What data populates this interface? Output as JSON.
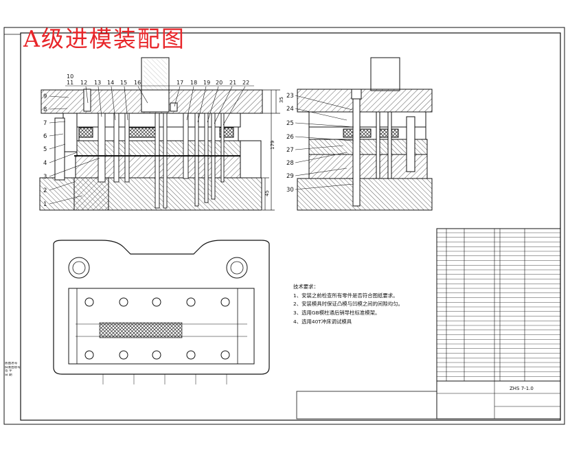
{
  "title": "A级进模装配图",
  "technical_requirements": {
    "heading": "技术要求：",
    "items": [
      "1、安装之前检查所有零件是否符合图纸要求。",
      "2、安装模具时保证凸模与凹模之间的间隙均匀。",
      "3、选用GB模柱通后销导柱标准模架。",
      "4、选用40T冲床调试模具"
    ]
  },
  "callouts_left": [
    "1",
    "2",
    "3",
    "4",
    "5",
    "6",
    "7",
    "8",
    "9"
  ],
  "callouts_top": [
    "10",
    "11",
    "12",
    "13",
    "14",
    "15",
    "16",
    "17",
    "18",
    "19",
    "20",
    "21",
    "22"
  ],
  "callouts_right": [
    "23",
    "24",
    "25",
    "26",
    "27",
    "28",
    "29",
    "30"
  ],
  "dimensions": {
    "top_thickness": "35",
    "total_height": "179",
    "bottom_height": "45"
  },
  "title_block": {
    "drawing_no": "ZHS 7-1.0"
  },
  "left_side_box": [
    "底图总号",
    "旧底图总号",
    "",
    "签 字",
    "",
    "日 期"
  ],
  "colors": {
    "title": "#e8262a",
    "ink": "#111111",
    "hatch": "#333333"
  }
}
